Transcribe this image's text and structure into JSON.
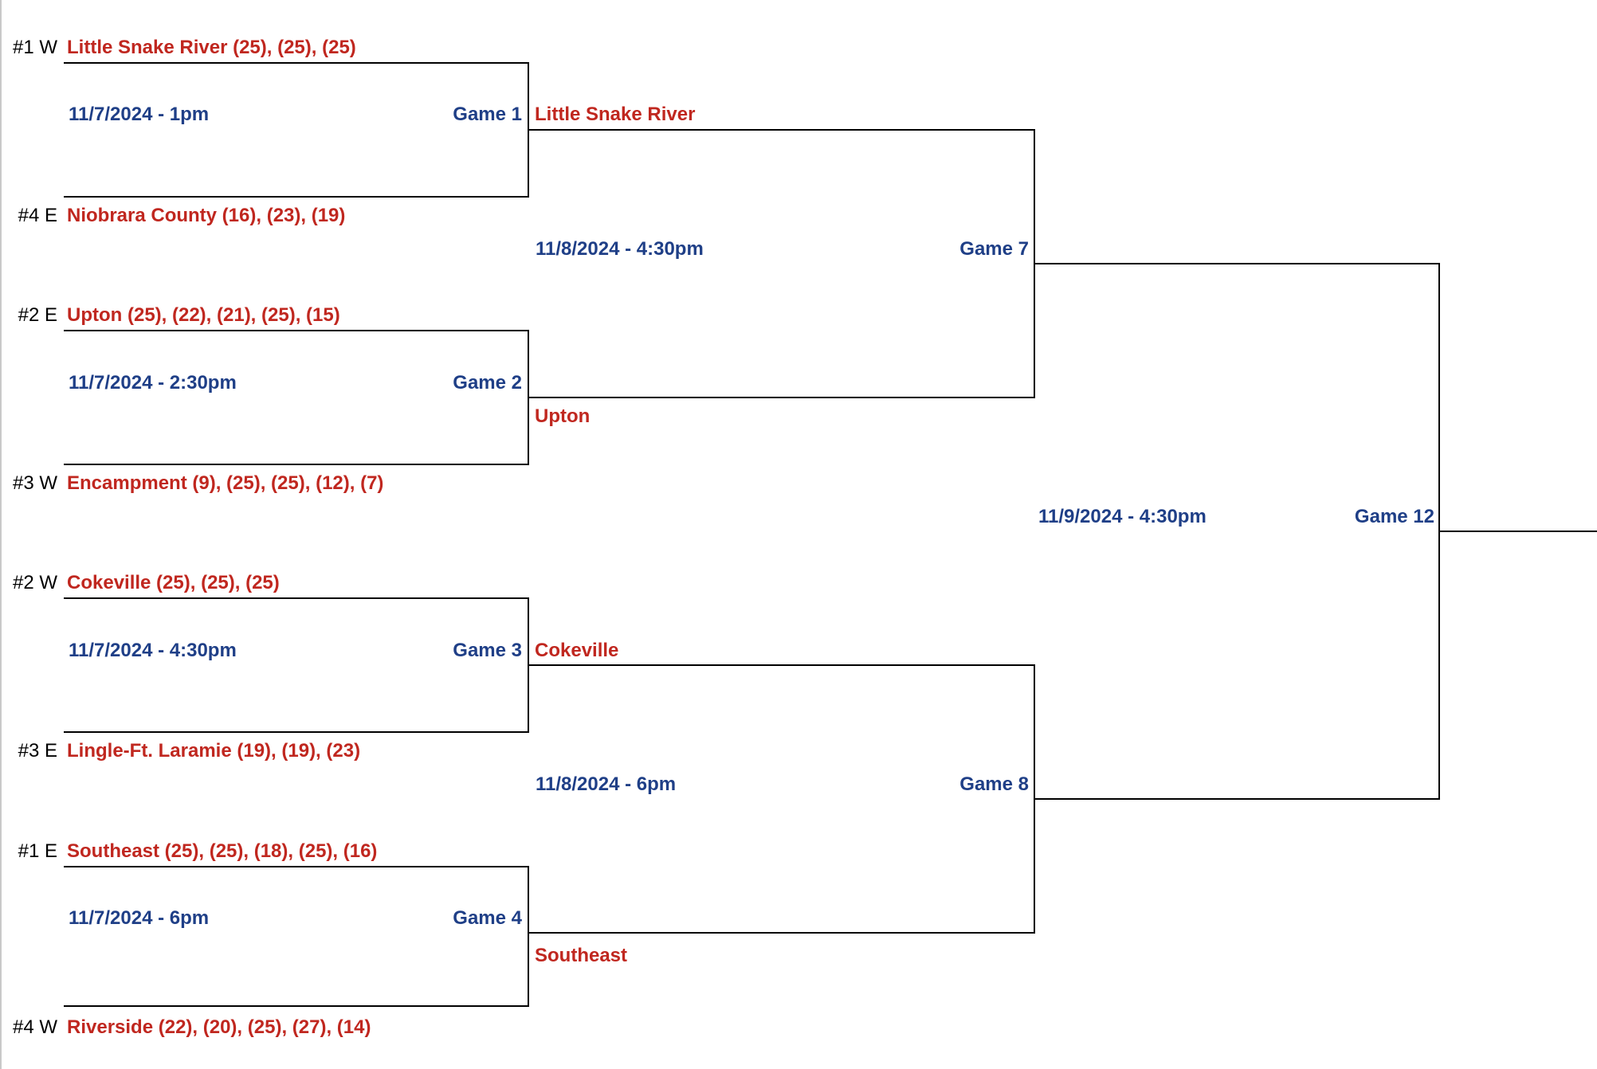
{
  "bracket": {
    "round1": [
      {
        "game": "Game 1",
        "date": "11/7/2024 - 1pm",
        "top": {
          "seed": "#1 W",
          "team": "Little Snake River (25), (25), (25)"
        },
        "bottom": {
          "seed": "#4 E",
          "team": "Niobrara County (16), (23), (19)"
        }
      },
      {
        "game": "Game 2",
        "date": "11/7/2024 - 2:30pm",
        "top": {
          "seed": "#2 E",
          "team": "Upton (25), (22), (21), (25), (15)"
        },
        "bottom": {
          "seed": "#3 W",
          "team": "Encampment (9), (25), (25), (12), (7)"
        }
      },
      {
        "game": "Game 3",
        "date": "11/7/2024 - 4:30pm",
        "top": {
          "seed": "#2 W",
          "team": "Cokeville (25), (25), (25)"
        },
        "bottom": {
          "seed": "#3 E",
          "team": "Lingle-Ft. Laramie (19), (19), (23)"
        }
      },
      {
        "game": "Game 4",
        "date": "11/7/2024 - 6pm",
        "top": {
          "seed": "#1 E",
          "team": "Southeast (25), (25), (18), (25), (16)"
        },
        "bottom": {
          "seed": "#4 W",
          "team": "Riverside (22), (20), (25), (27), (14)"
        }
      }
    ],
    "round2": [
      {
        "game": "Game 7",
        "date": "11/8/2024 - 4:30pm",
        "top_team": "Little Snake River",
        "bottom_team": "Upton"
      },
      {
        "game": "Game 8",
        "date": "11/8/2024 - 6pm",
        "top_team": "Cokeville",
        "bottom_team": "Southeast"
      }
    ],
    "final": {
      "game": "Game 12",
      "date": "11/9/2024 - 4:30pm"
    }
  },
  "colors": {
    "team": "#c0271f",
    "info": "#1f3f87",
    "seed": "#000000",
    "line": "#000000"
  }
}
